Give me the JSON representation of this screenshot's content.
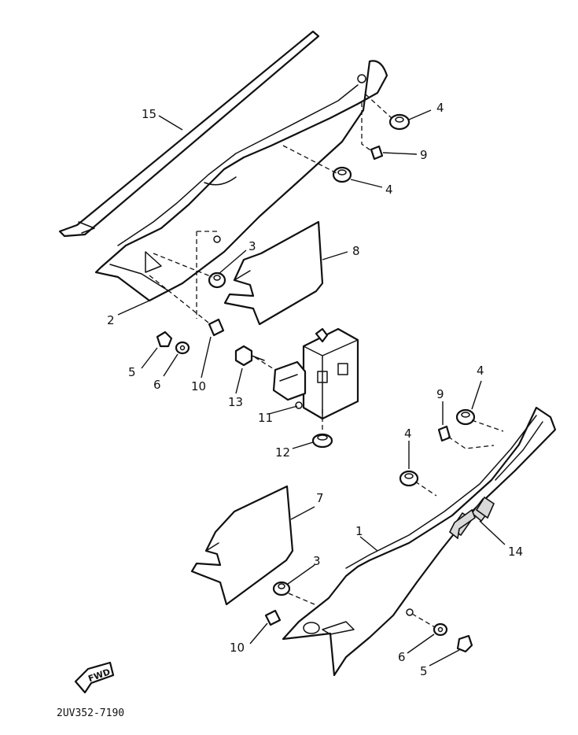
{
  "labels": {
    "p1": "1",
    "p2": "2",
    "p3_upper": "3",
    "p3_lower": "3",
    "p4_a": "4",
    "p4_b": "4",
    "p4_c": "4",
    "p4_d": "4",
    "p5_upper": "5",
    "p5_lower": "5",
    "p6_upper": "6",
    "p6_lower": "6",
    "p7": "7",
    "p8": "8",
    "p9_upper": "9",
    "p9_lower": "9",
    "p10_upper": "10",
    "p10_lower": "10",
    "p11": "11",
    "p12": "12",
    "p13": "13",
    "p14": "14",
    "p15": "15"
  },
  "fwd_label": "FWD",
  "drawing_code": "2UV352-7190"
}
